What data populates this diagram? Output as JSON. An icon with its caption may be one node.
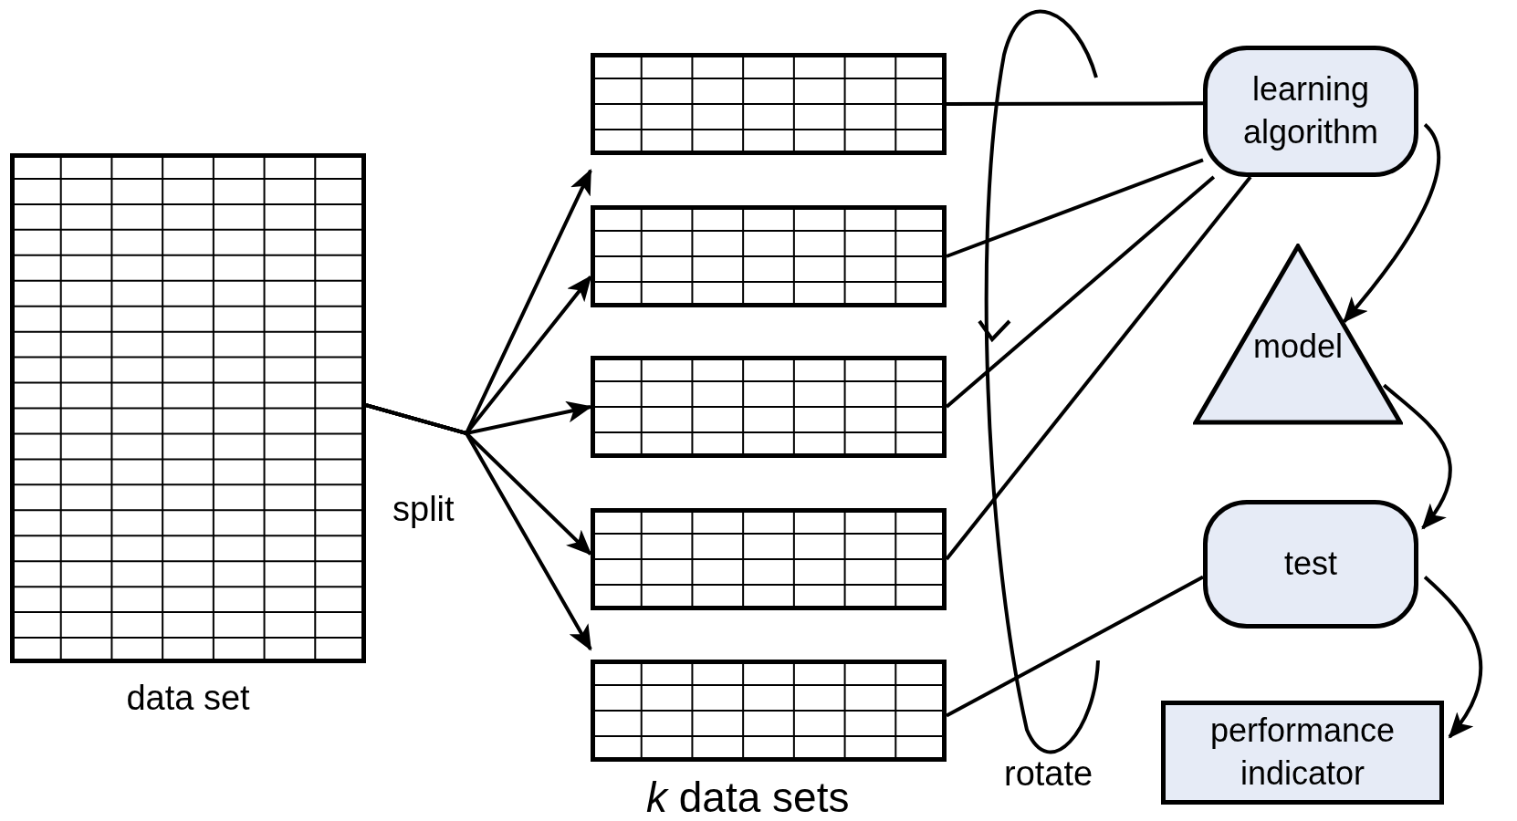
{
  "diagram": {
    "nodes": [
      {
        "text": [
          "data set"
        ]
      },
      {
        "text": [],
        "shape": "box"
      },
      {
        "text": [],
        "shape": "box"
      },
      {
        "text": [],
        "shape": "box"
      },
      {
        "text": [],
        "shape": "box"
      },
      {
        "text": [],
        "shape": "box"
      },
      {
        "text": [
          "learning algorithm"
        ]
      },
      {
        "text": [
          "model"
        ]
      },
      {
        "text": [
          "test"
        ]
      },
      {
        "text": [
          "performance indicator"
        ]
      }
    ],
    "edges": [
      {
        "from": 0,
        "to": 1,
        "arrow": "to"
      },
      {
        "from": 0,
        "to": 2,
        "arrow": "to"
      },
      {
        "from": 0,
        "to": 3,
        "arrow": "to"
      },
      {
        "from": 0,
        "to": 4,
        "arrow": "to"
      },
      {
        "from": 0,
        "to": 5,
        "arrow": "to"
      },
      {
        "from": 1,
        "to": 6,
        "arrow": "none"
      },
      {
        "from": 2,
        "to": 6,
        "arrow": "none"
      },
      {
        "from": 3,
        "to": 6,
        "arrow": "none"
      },
      {
        "from": 4,
        "to": 6,
        "arrow": "none"
      },
      {
        "from": 5,
        "to": 8,
        "arrow": "none"
      },
      {
        "from": 6,
        "to": 7,
        "arrow": "to"
      },
      {
        "from": 7,
        "to": 8,
        "arrow": "to"
      },
      {
        "from": 8,
        "to": 9,
        "arrow": "to"
      }
    ],
    "labels": [
      "split",
      "*k* data sets",
      "rotate"
    ]
  }
}
